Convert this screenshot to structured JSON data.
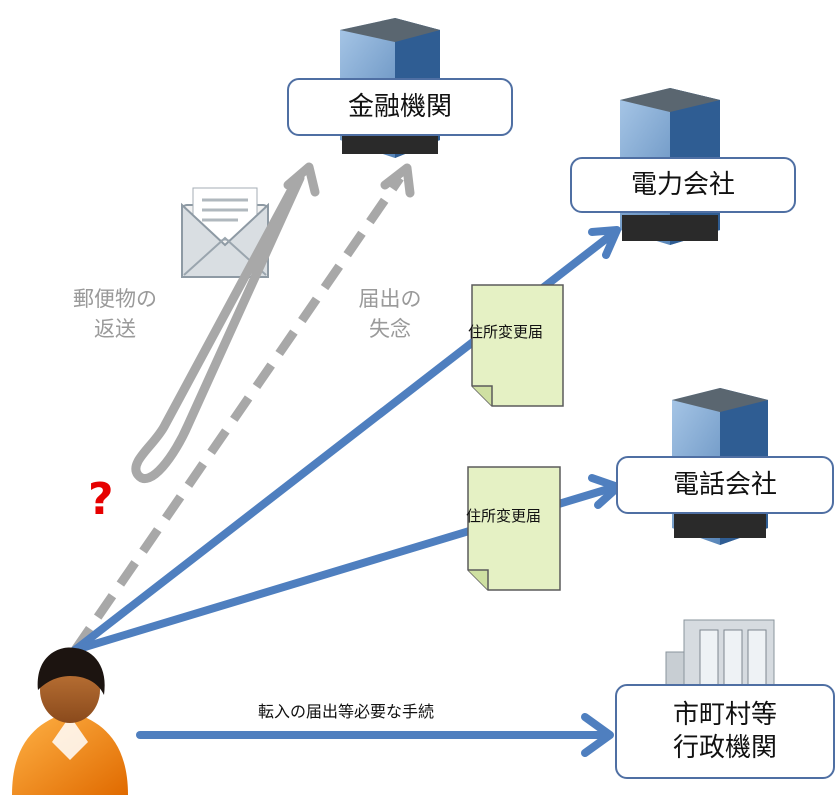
{
  "institutions": {
    "finance": "金融機関",
    "power": "電力会社",
    "phone": "電話会社",
    "municipal_line1": "市町村等",
    "municipal_line2": "行政機関"
  },
  "documents": {
    "doc1": "住所変更届",
    "doc2": "住所変更届"
  },
  "notes": {
    "returned_mail_line1": "郵便物の",
    "returned_mail_line2": "返送",
    "forgot_notice_line1": "届出の",
    "forgot_notice_line2": "失念",
    "question_mark": "?"
  },
  "procedure_label": "転入の届出等必要な手続",
  "colors": {
    "blue_arrow": "#4f7fbf",
    "gray_arrow": "#a8a8a8",
    "doc_fill": "#e5f1c4",
    "box_border": "#4f6fa3",
    "question": "#e60000"
  }
}
